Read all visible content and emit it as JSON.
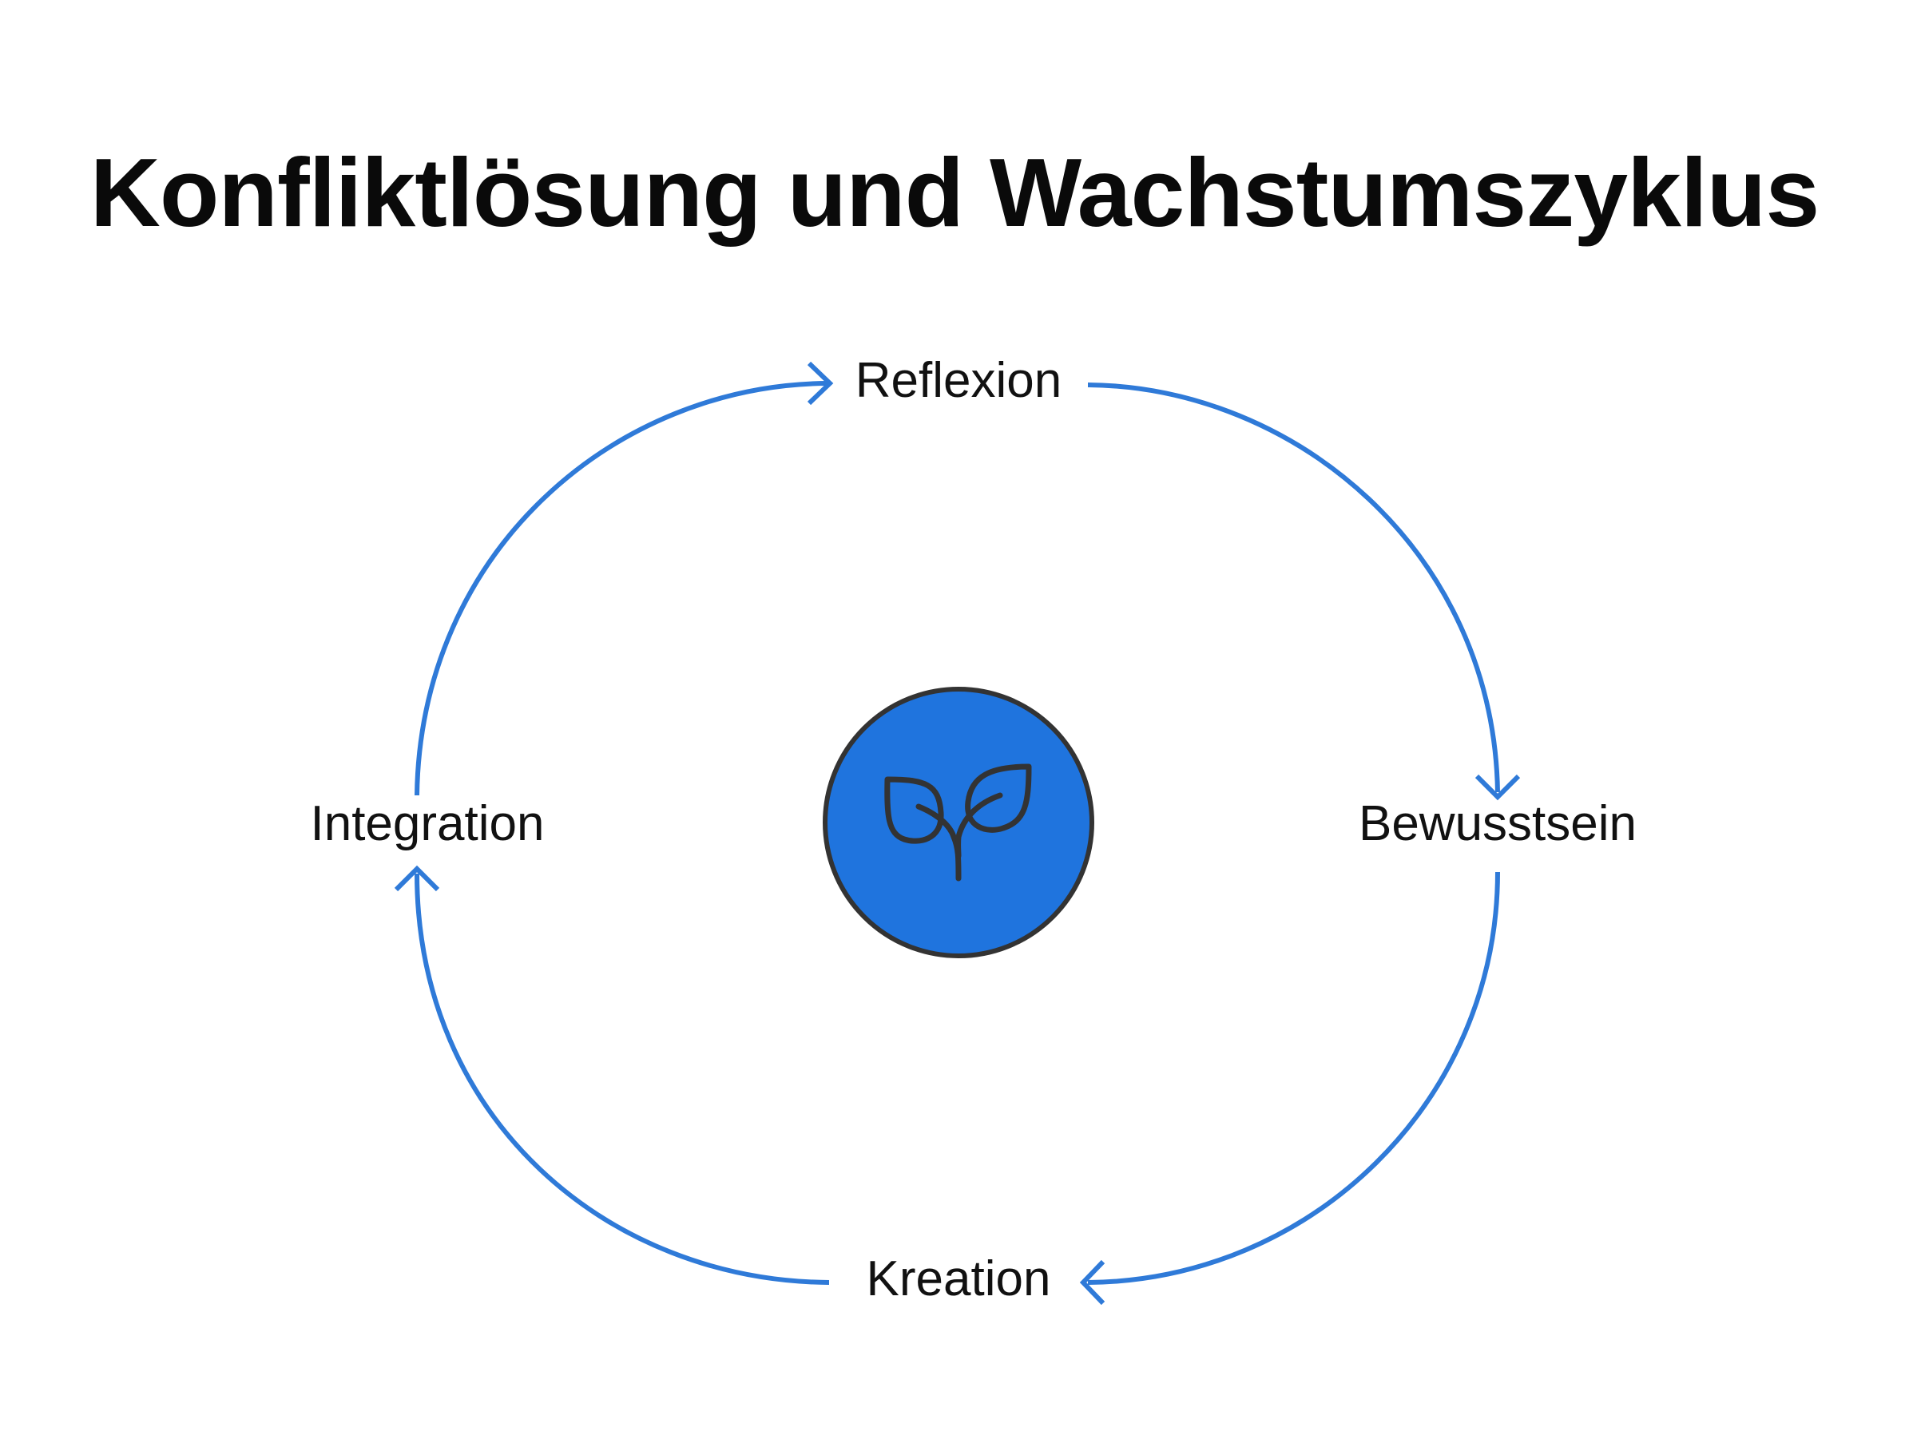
{
  "title": "Konfliktlösung und Wachstumszyklus",
  "colors": {
    "arrow": "#2f7ad8",
    "center_fill": "#1f74de",
    "center_stroke": "#333333",
    "icon_stroke": "#333333",
    "text": "#111111"
  },
  "center_icon": "sprout-icon",
  "cycle": [
    {
      "label": "Reflexion"
    },
    {
      "label": "Bewusstsein"
    },
    {
      "label": "Kreation"
    },
    {
      "label": "Integration"
    }
  ]
}
